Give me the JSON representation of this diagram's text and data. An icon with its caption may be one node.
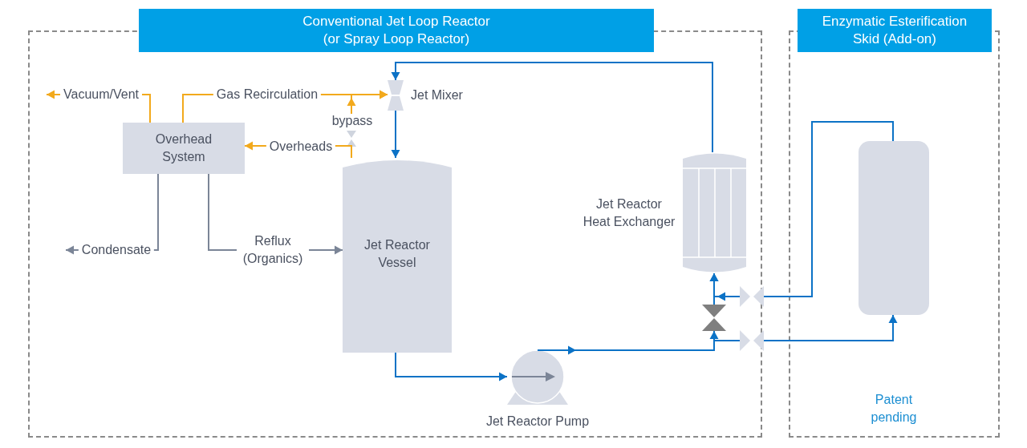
{
  "diagram": {
    "nodes": [
      {
        "text": [
          "Conventional Jet Loop Reactor (or Spray Loop Reactor)"
        ]
      },
      {
        "text": [
          "Enzymatic Esterification Skid (Add-on)"
        ]
      },
      {
        "text": [
          "Overhead System"
        ],
        "in": 0
      },
      {
        "text": [],
        "shape": "nozzle",
        "beside": [
          "Jet Mixer"
        ],
        "in": 0
      },
      {
        "text": [],
        "shape": "valve",
        "beside": [
          "bypass"
        ],
        "in": 0
      },
      {
        "text": [
          "Jet Reactor Vessel"
        ],
        "in": 0
      },
      {
        "text": [],
        "shape": "exchanger",
        "beside": [
          "Jet Reactor Heat Exchanger"
        ],
        "in": 0
      },
      {
        "text": [],
        "shape": "circle",
        "beside": [
          "Jet Reactor Pump"
        ],
        "in": 0
      },
      {
        "text": [],
        "shape": "valve",
        "in": 0
      },
      {
        "text": [],
        "shape": "coupling",
        "in": 0
      },
      {
        "text": [],
        "shape": "coupling",
        "in": 0
      },
      {
        "text": [],
        "shape": "box",
        "in": 1
      }
    ],
    "edges": [
      {
        "from": 2,
        "to": null,
        "arrow": "to",
        "label": "Vacuum/Vent",
        "color": "#f2a91c"
      },
      {
        "from": 2,
        "to": 3,
        "arrow": "to",
        "label": "Gas Recirculation",
        "color": "#f2a91c"
      },
      {
        "from": 5,
        "to": 4,
        "arrow": "none",
        "color": "#f2a91c"
      },
      {
        "from": 4,
        "to": 3,
        "arrow": "to",
        "color": "#f2a91c"
      },
      {
        "from": 5,
        "to": 2,
        "arrow": "to",
        "label": "Overheads",
        "color": "#f2a91c"
      },
      {
        "from": 2,
        "to": null,
        "arrow": "to",
        "label": "Condensate",
        "color": "#7b8597"
      },
      {
        "from": 2,
        "to": 5,
        "arrow": "to",
        "label": "Reflux (Organics)",
        "color": "#7b8597"
      },
      {
        "from": 3,
        "to": 5,
        "arrow": "to"
      },
      {
        "from": 6,
        "to": 3,
        "arrow": "to"
      },
      {
        "from": 5,
        "to": 7,
        "arrow": "to"
      },
      {
        "from": 7,
        "to": 8,
        "arrow": "to"
      },
      {
        "from": 8,
        "to": 6,
        "arrow": "to"
      },
      {
        "from": 11,
        "to": 9,
        "arrow": "none"
      },
      {
        "from": 9,
        "to": 6,
        "arrow": "to"
      },
      {
        "from": 7,
        "to": 10,
        "arrow": "none"
      },
      {
        "from": 10,
        "to": 11,
        "arrow": "to"
      }
    ],
    "labels": [
      "Patent pending"
    ]
  }
}
